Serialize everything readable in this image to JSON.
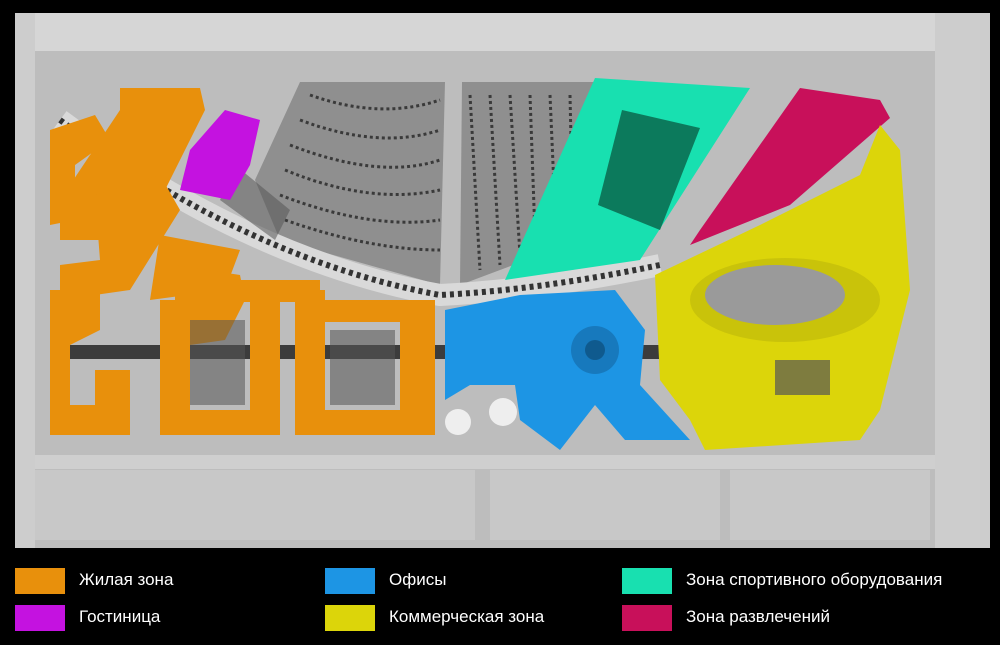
{
  "legend": {
    "items": [
      {
        "label": "Жилая зона",
        "color": "#e8900c"
      },
      {
        "label": "Гостиница",
        "color": "#c412e0"
      },
      {
        "label": "Офисы",
        "color": "#1d95e4"
      },
      {
        "label": "Коммерческая зона",
        "color": "#dcd50a"
      },
      {
        "label": "Зона спортивного оборудования",
        "color": "#18e0b0"
      },
      {
        "label": "Зона развлечений",
        "color": "#c8105a"
      }
    ]
  },
  "colors": {
    "residential": "#e8900c",
    "hotel": "#c412e0",
    "offices": "#1d95e4",
    "commercial": "#dcd50a",
    "sports": "#18e0b0",
    "entertainment": "#c8105a",
    "ground": "#bdbdbd",
    "road": "#d6d6d6",
    "parking": "#8c8c8c",
    "background": "#000000"
  }
}
